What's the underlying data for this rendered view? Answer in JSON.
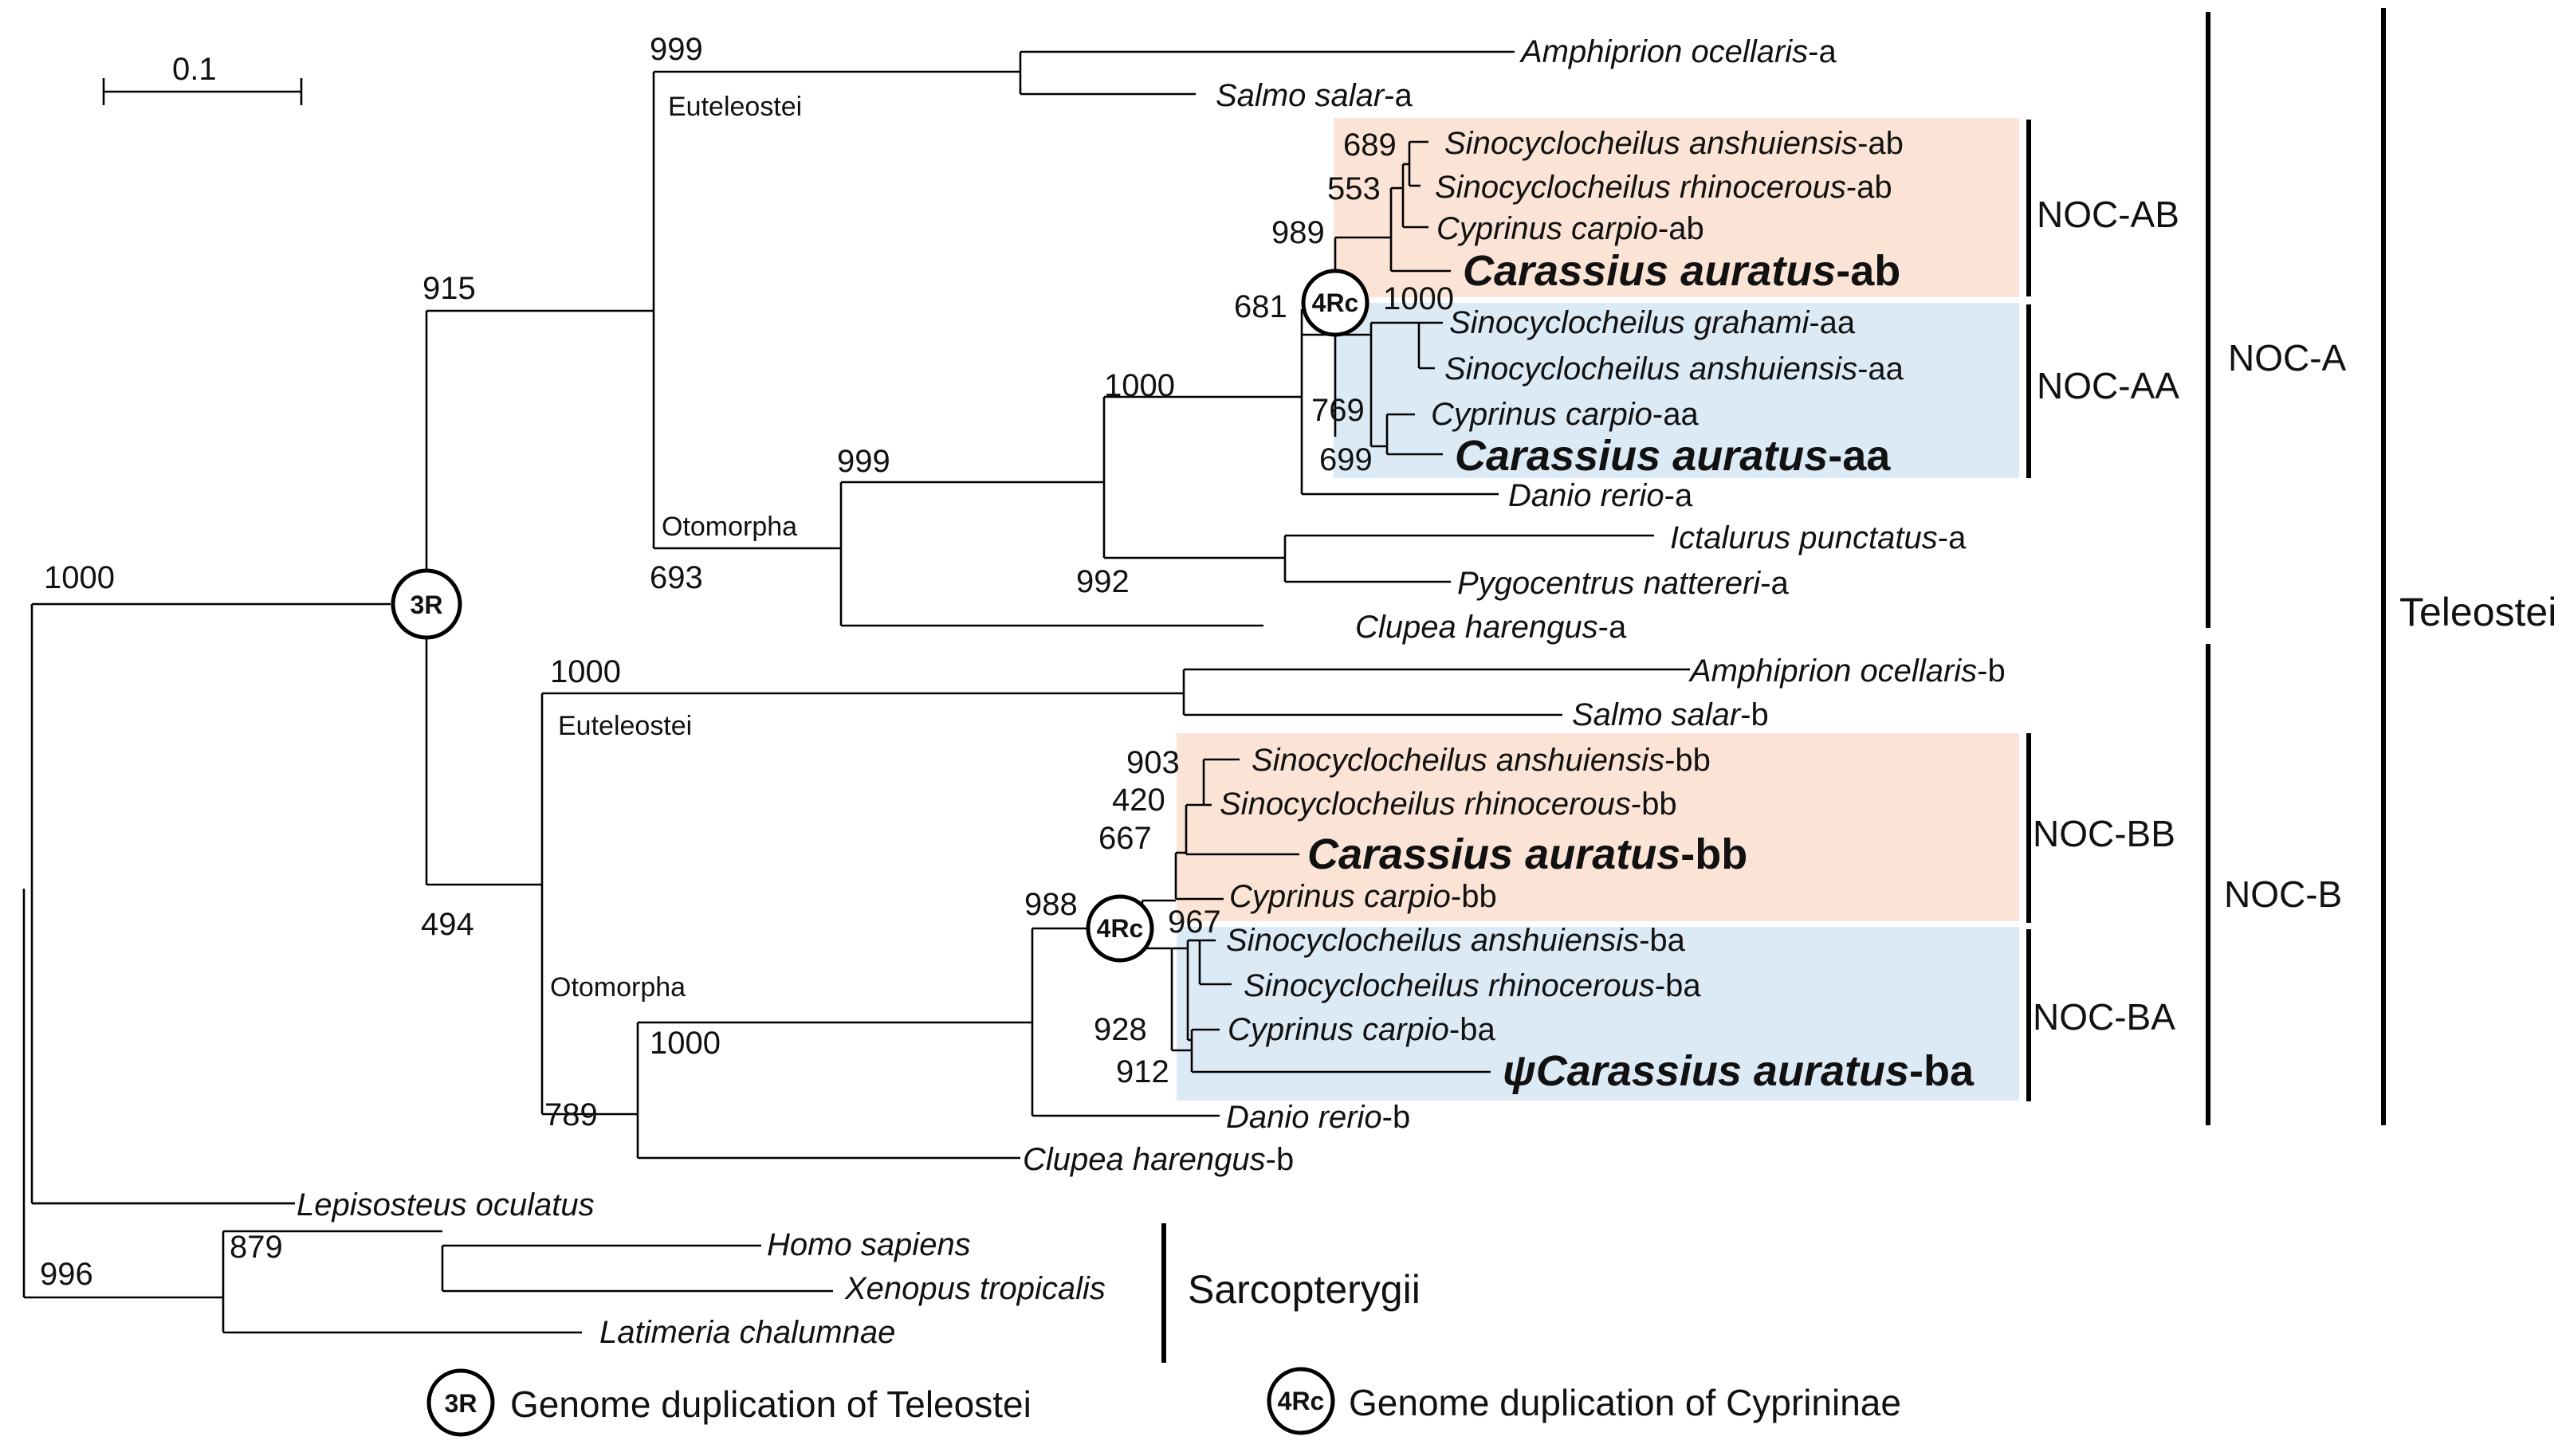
{
  "scale_bar": {
    "label": "0.1"
  },
  "taxa": {
    "amph_a": {
      "name": "Amphiprion  ocellaris",
      "suffix": "-a"
    },
    "salmo_a": {
      "name": "Salmo  salar",
      "suffix": "-a"
    },
    "sinoan_ab": {
      "name": "Sinocyclocheilus  anshuiensis",
      "suffix": "-ab"
    },
    "sinorh_ab": {
      "name": "Sinocyclocheilus  rhinocerous",
      "suffix": "-ab"
    },
    "cyp_ab": {
      "name": "Cyprinus  carpio",
      "suffix": "-ab"
    },
    "car_ab": {
      "name": "Carassius  auratus",
      "suffix": "-ab"
    },
    "sinogr_aa": {
      "name": "Sinocyclocheilus  grahami",
      "suffix": "-aa"
    },
    "sinoan_aa": {
      "name": "Sinocyclocheilus  anshuiensis",
      "suffix": "-aa"
    },
    "cyp_aa": {
      "name": "Cyprinus  carpio",
      "suffix": "-aa"
    },
    "car_aa": {
      "name": "Carassius  auratus",
      "suffix": "-aa"
    },
    "danio_a": {
      "name": "Danio  rerio",
      "suffix": "-a"
    },
    "ict_a": {
      "name": "Ictalurus  punctatus",
      "suffix": "-a"
    },
    "pygo_a": {
      "name": "Pygocentrus  nattereri",
      "suffix": "-a"
    },
    "clup_a": {
      "name": "Clupea  harengus",
      "suffix": "-a"
    },
    "amph_b": {
      "name": "Amphiprion  ocellaris",
      "suffix": "-b"
    },
    "salmo_b": {
      "name": "Salmo  salar",
      "suffix": "-b"
    },
    "sinoan_bb": {
      "name": "Sinocyclocheilus  anshuiensis",
      "suffix": "-bb"
    },
    "sinorh_bb": {
      "name": "Sinocyclocheilus  rhinocerous",
      "suffix": "-bb"
    },
    "car_bb": {
      "name": "Carassius  auratus",
      "suffix": "-bb"
    },
    "cyp_bb": {
      "name": "Cyprinus  carpio",
      "suffix": "-bb"
    },
    "sinoan_ba": {
      "name": "Sinocyclocheilus  anshuiensis",
      "suffix": "-ba"
    },
    "sinorh_ba": {
      "name": "Sinocyclocheilus  rhinocerous",
      "suffix": "-ba"
    },
    "cyp_ba": {
      "name": "Cyprinus  carpio",
      "suffix": "-ba"
    },
    "car_ba": {
      "prefix": "ψ",
      "name": "Carassius  auratus",
      "suffix": "-ba"
    },
    "danio_b": {
      "name": "Danio  rerio",
      "suffix": "-b"
    },
    "clup_b": {
      "name": "Clupea  harengus",
      "suffix": "-b"
    },
    "lepi": {
      "name": "Lepisosteus  oculatus"
    },
    "homo": {
      "name": "Homo  sapiens"
    },
    "xeno": {
      "name": "Xenopus  tropicalis"
    },
    "lati": {
      "name": "Latimeria  chalumnae"
    }
  },
  "bootstrap": {
    "root": "1000",
    "teleost_a": "915",
    "eut_a": "999",
    "oto_a": "693",
    "oto_a_inner": "999",
    "cyp_a": "1000",
    "ab": "989",
    "ab_689": "689",
    "ab_553": "553",
    "dup_a": "681",
    "aa": "1000",
    "aa_769": "769",
    "aa_699": "699",
    "ict_pygo": "992",
    "eut_b": "1000",
    "teleost_b": "494",
    "oto_b": "789",
    "oto_b_inner": "1000",
    "cyp_b": "988",
    "bb_903": "903",
    "bb_420": "420",
    "bb_667": "667",
    "ba": "967",
    "ba_928": "928",
    "ba_912": "912",
    "sarco_outer": "996",
    "sarco_inner": "879"
  },
  "group_labels": {
    "euteleostei_a": "Euteleostei",
    "otomorpha_a": "Otomorpha",
    "euteleostei_b": "Euteleostei",
    "otomorpha_b": "Otomorpha"
  },
  "clades": {
    "noc_ab": "NOC-AB",
    "noc_aa": "NOC-AA",
    "noc_bb": "NOC-BB",
    "noc_ba": "NOC-BA",
    "noc_a": "NOC-A",
    "noc_b": "NOC-B",
    "teleostei": "Teleostei",
    "sarcopterygii": "Sarcopterygii"
  },
  "nodes": {
    "r3": "3R",
    "r4c": "4Rc"
  },
  "legend": {
    "r3_symbol": "3R",
    "r3_text": "Genome duplication of Teleostei",
    "r4c_symbol": "4Rc",
    "r4c_text": "Genome duplication of Cyprininae"
  },
  "colors": {
    "ab_bb_shade": "#fbe4d5",
    "aa_ba_shade": "#dceaf6"
  }
}
